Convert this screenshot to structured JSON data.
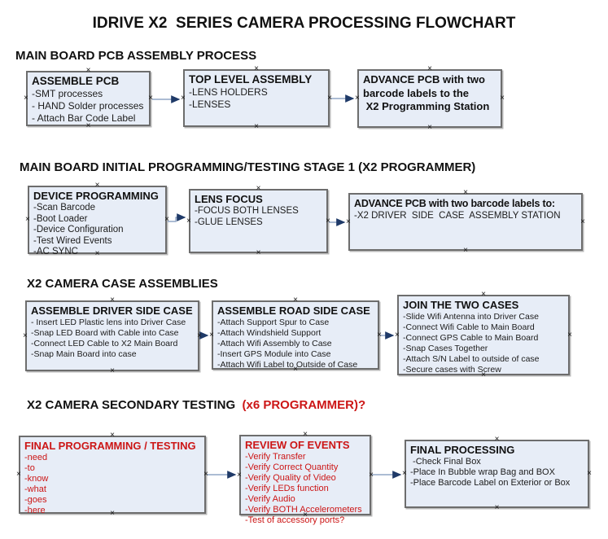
{
  "title": "IDRIVE X2  SERIES CAMERA PROCESSING FLOWCHART",
  "colors": {
    "box_fill": "#e7edf7",
    "box_border": "#6d6d6d",
    "arrow_line": "#90a6c6",
    "arrow_head": "#1f3a68",
    "red_text": "#cc1616",
    "black_text": "#111111"
  },
  "sections": [
    {
      "heading": "MAIN BOARD PCB ASSEMBLY PROCESS",
      "boxes": [
        {
          "title": "ASSEMBLE PCB",
          "lines": [
            "-SMT processes",
            "- HAND Solder processes",
            "- Attach Bar Code Label"
          ]
        },
        {
          "title": "TOP LEVEL ASSEMBLY",
          "lines": [
            "-LENS HOLDERS",
            "-LENSES"
          ]
        },
        {
          "title": "ADVANCE PCB with two\nbarcode labels to the\n X2 Programming Station",
          "lines": []
        }
      ]
    },
    {
      "heading": "MAIN BOARD INITIAL PROGRAMMING/TESTING STAGE 1 (X2 PROGRAMMER)",
      "boxes": [
        {
          "title": "DEVICE PROGRAMMING",
          "lines": [
            "-Scan Barcode",
            "-Boot Loader",
            "-Device Configuration",
            "-Test Wired Events",
            "-AC SYNC"
          ]
        },
        {
          "title": "LENS FOCUS",
          "lines": [
            "-FOCUS BOTH LENSES",
            "-GLUE LENSES"
          ]
        },
        {
          "title": "ADVANCE PCB with two barcode labels to:",
          "lines": [
            "-X2 DRIVER  SIDE  CASE  ASSEMBLY STATION"
          ]
        }
      ]
    },
    {
      "heading": "X2 CAMERA CASE ASSEMBLIES",
      "boxes": [
        {
          "title": "ASSEMBLE DRIVER SIDE CASE",
          "lines": [
            "- Insert LED Plastic lens into Driver Case",
            "-Snap LED Board with Cable into Case",
            "-Connect LED Cable to X2 Main Board",
            "-Snap Main Board into case"
          ]
        },
        {
          "title": "ASSEMBLE ROAD SIDE CASE",
          "lines": [
            "-Attach Support Spur to Case",
            "-Attach Windshield Support",
            "-Attach Wifi Assembly to Case",
            "-Insert GPS Module into Case",
            "-Attach Wifi Label to Outside of Case"
          ]
        },
        {
          "title": "JOIN THE TWO CASES",
          "lines": [
            "-Slide Wifi Antenna into Driver Case",
            "-Connect Wifi Cable to Main Board",
            "-Connect GPS Cable to Main Board",
            "-Snap Cases Together",
            "-Attach S/N Label to outside of case",
            "-Secure cases with Screw"
          ]
        }
      ]
    },
    {
      "heading": "X2 CAMERA SECONDARY TESTING",
      "heading_red": "  (x6 PROGRAMMER)?",
      "boxes": [
        {
          "title": "FINAL PROGRAMMING / TESTING",
          "lines": [
            "-need",
            "-to",
            "-know",
            "-what",
            "-goes",
            "-here"
          ]
        },
        {
          "title": "REVIEW OF EVENTS",
          "lines": [
            "-Verify Transfer",
            "-Verify Correct Quantity",
            "-Verify Quality of Video",
            "-Verify LEDs function",
            "-Verify Audio",
            "-Verify BOTH Accelerometers",
            "-Test of accessory ports?"
          ]
        },
        {
          "title": "FINAL PROCESSING",
          "lines": [
            " -Check Final Box",
            "-Place In Bubble wrap Bag and BOX",
            "-Place Barcode Label on Exterior or Box"
          ]
        }
      ]
    }
  ],
  "connections": [
    {
      "from": "ASSEMBLE PCB",
      "to": "TOP LEVEL ASSEMBLY"
    },
    {
      "from": "TOP LEVEL ASSEMBLY",
      "to": "ADVANCE PCB with two barcode labels to the X2 Programming Station"
    },
    {
      "from": "DEVICE PROGRAMMING",
      "to": "LENS FOCUS"
    },
    {
      "from": "LENS FOCUS",
      "to": "ADVANCE PCB with two barcode labels to:"
    },
    {
      "from": "ASSEMBLE DRIVER SIDE CASE",
      "to": "ASSEMBLE ROAD SIDE CASE"
    },
    {
      "from": "ASSEMBLE ROAD SIDE CASE",
      "to": "JOIN THE TWO CASES"
    },
    {
      "from": "FINAL PROGRAMMING / TESTING",
      "to": "REVIEW OF EVENTS"
    },
    {
      "from": "REVIEW OF EVENTS",
      "to": "FINAL PROCESSING"
    }
  ]
}
